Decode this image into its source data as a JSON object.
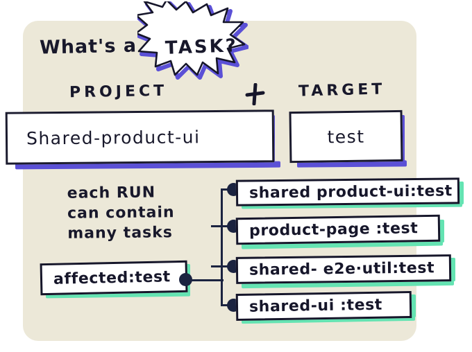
{
  "panel": {
    "title": "What's a",
    "burst_label": "TASK?",
    "labels": {
      "project": "PROJECT",
      "plus": "+",
      "target": "TARGET"
    },
    "boxes": {
      "project_value": "Shared-product-ui",
      "target_value": "test"
    },
    "note": "each RUN\ncan contain\nmany tasks",
    "run_box": "affected:test",
    "tasks": [
      "shared product-ui:test",
      "product-page :test",
      "shared- e2e·util:test",
      "shared-ui :test"
    ]
  },
  "colors": {
    "paper": "#ece8d8",
    "ink": "#18182b",
    "accent_purple": "#5b50d6",
    "accent_green": "#64e3b2",
    "box_fill": "#ffffff"
  }
}
